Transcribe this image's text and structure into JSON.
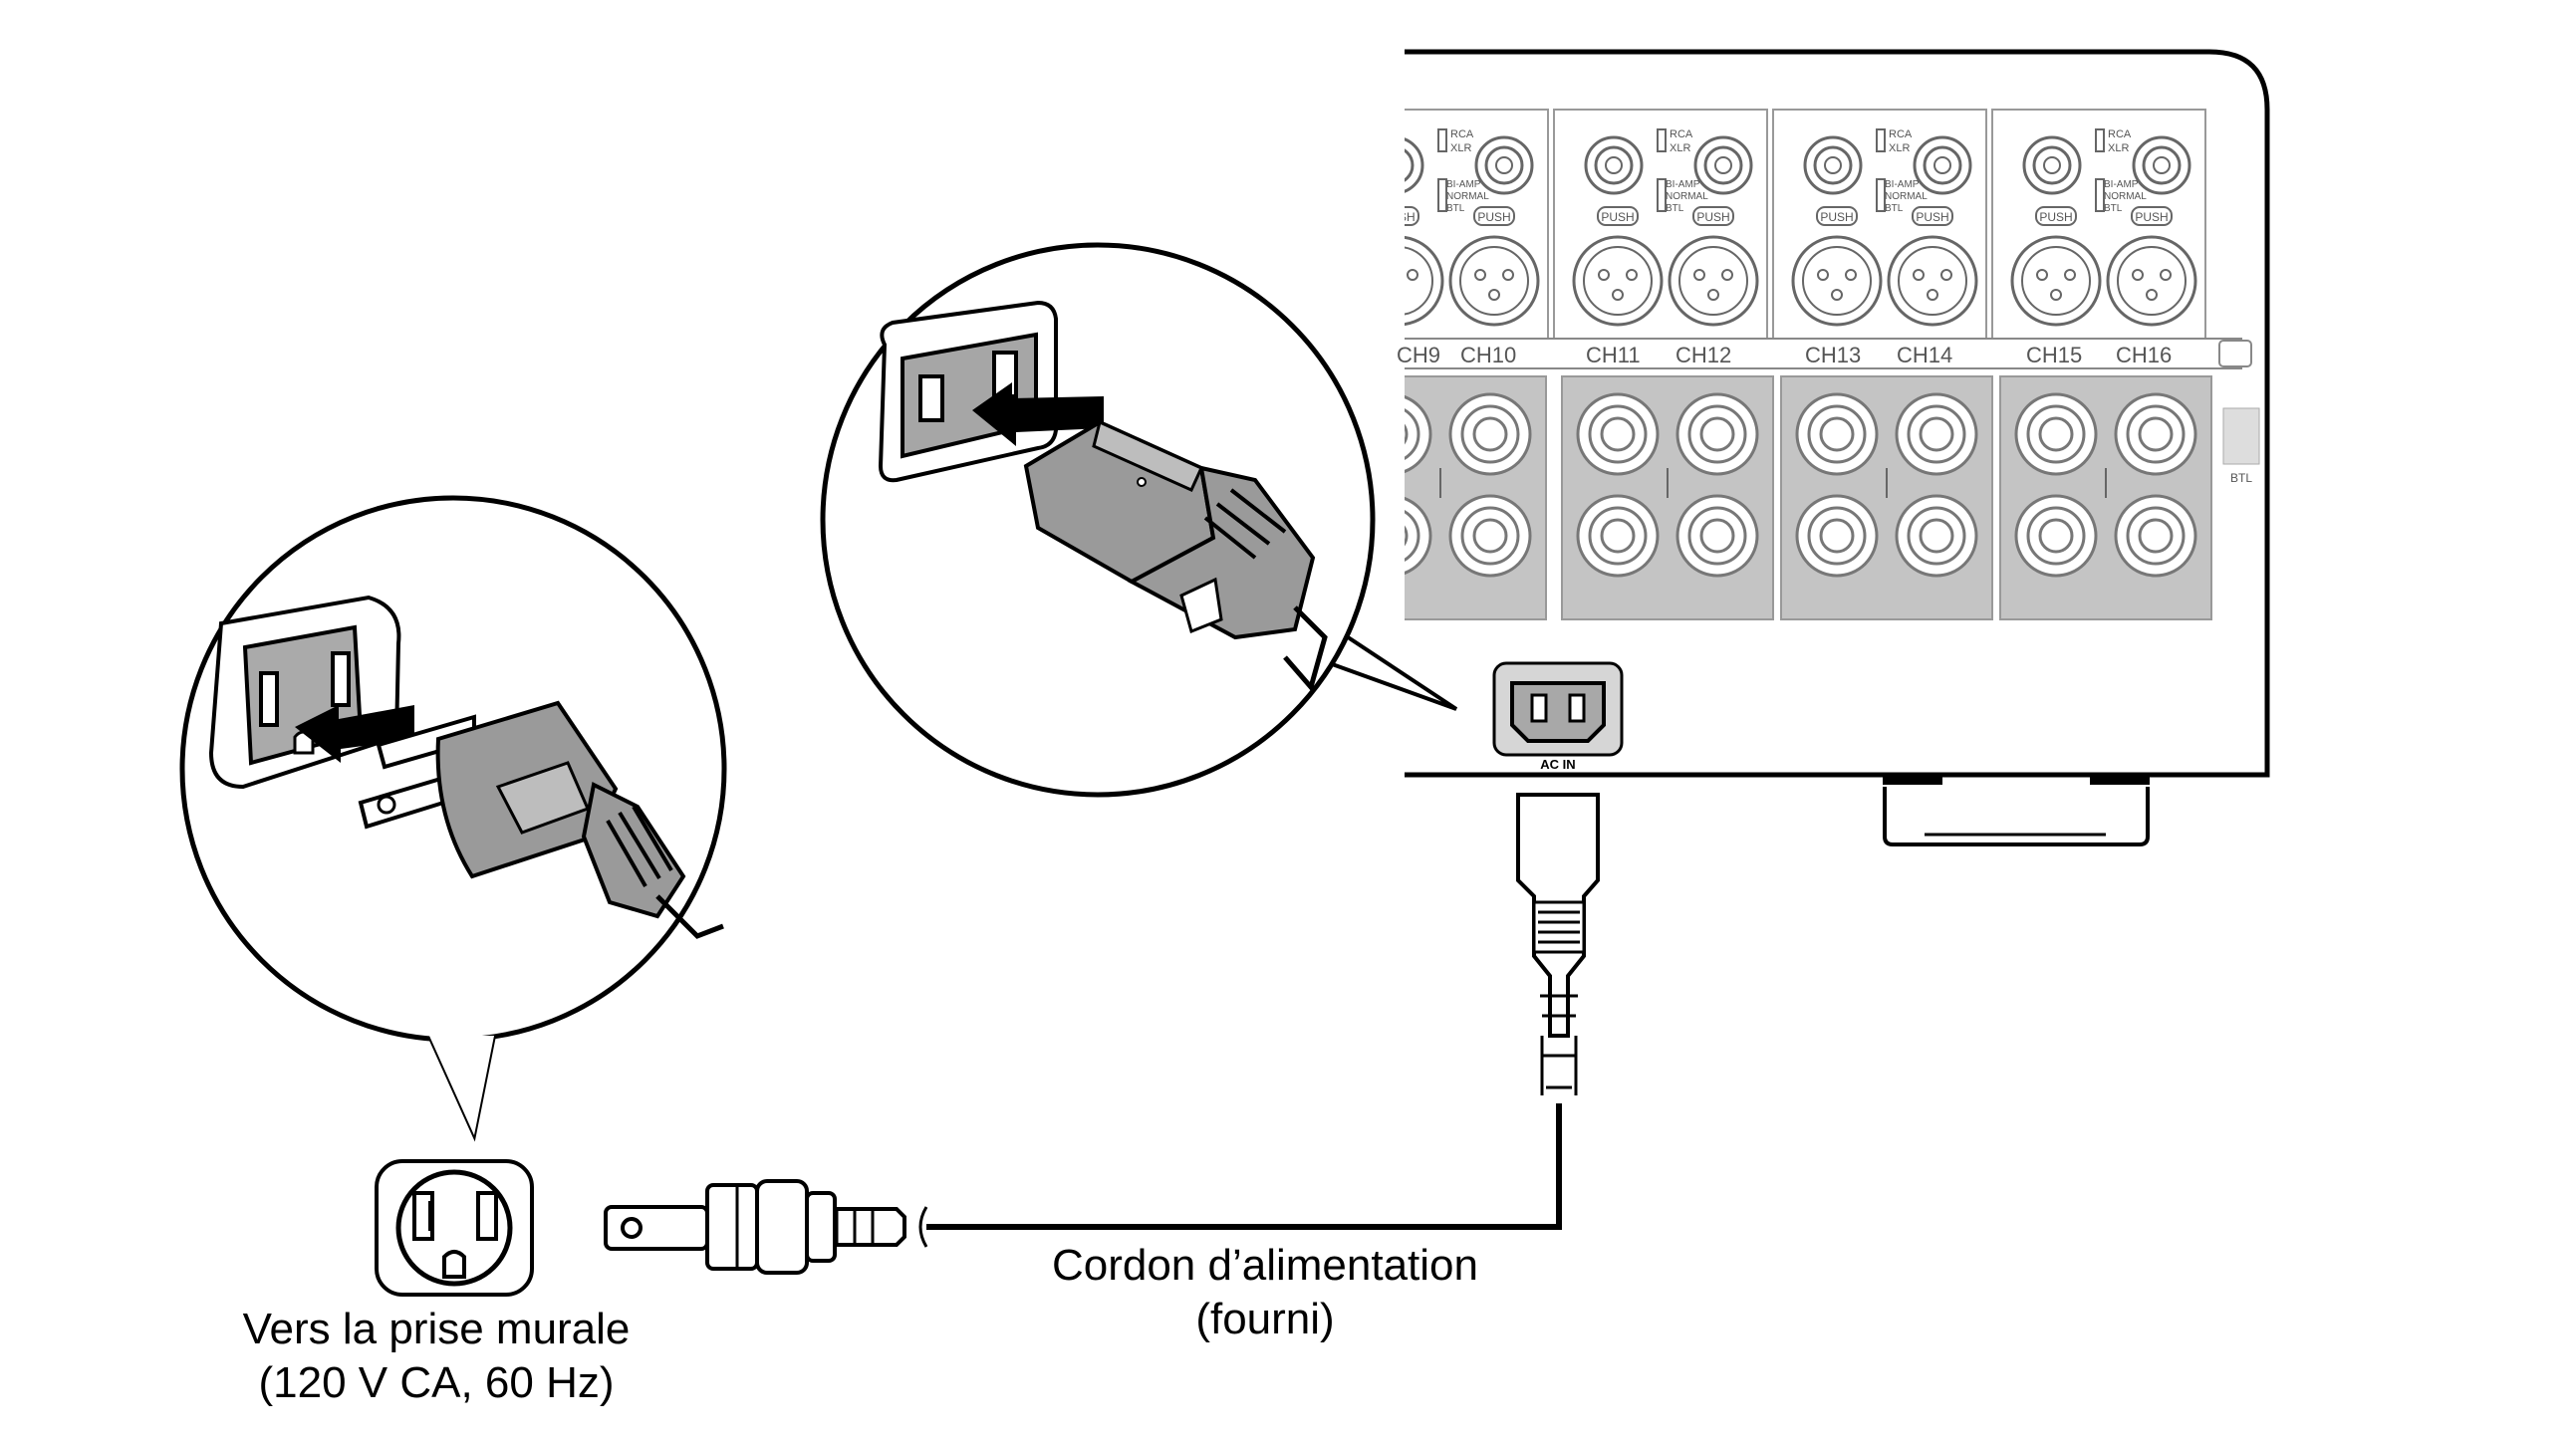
{
  "panel": {
    "channel_labels": [
      "CH9",
      "CH10",
      "CH11",
      "CH12",
      "CH13",
      "CH14",
      "CH15",
      "CH16"
    ],
    "mode_switch": {
      "rca": "RCA",
      "xlr": "XLR",
      "bi_amp": "BI-AMP",
      "normal": "NORMAL",
      "btl": "BTL"
    },
    "push_label": "PUSH",
    "btl_label": "BTL",
    "inlet_label": "AC IN"
  },
  "captions": {
    "outlet_line1": "Vers la prise murale",
    "outlet_line2": "(120 V CA, 60 Hz)",
    "cord_line1": "Cordon d’alimentation",
    "cord_line2": "(fourni)"
  }
}
